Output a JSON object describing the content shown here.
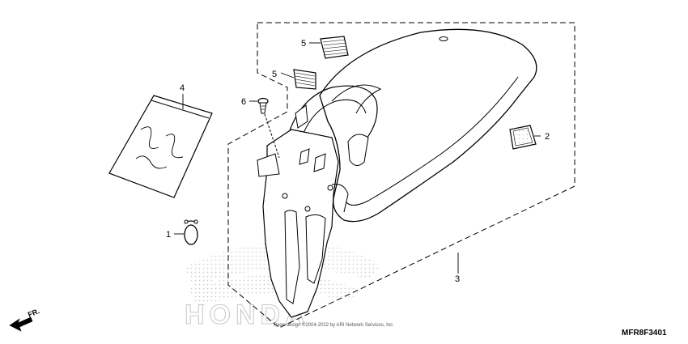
{
  "diagram": {
    "callouts": [
      {
        "id": "1",
        "label": "1"
      },
      {
        "id": "2",
        "label": "2"
      },
      {
        "id": "3",
        "label": "3"
      },
      {
        "id": "4",
        "label": "4"
      },
      {
        "id": "5a",
        "label": "5"
      },
      {
        "id": "5b",
        "label": "5"
      },
      {
        "id": "6",
        "label": "6"
      }
    ],
    "direction_marker": "FR.",
    "diagram_code": "MFR8F3401",
    "copyright": "Page design ©2004-2022 by ARI Network Services, Inc.",
    "watermark": "HONDA"
  }
}
